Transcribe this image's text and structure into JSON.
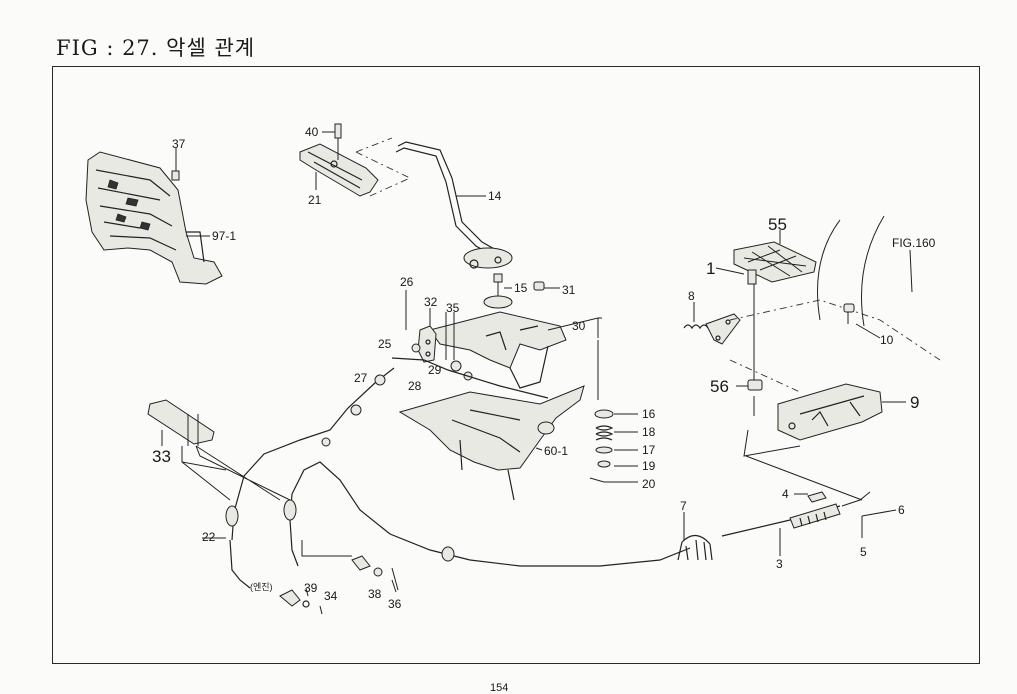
{
  "figure": {
    "title": "FIG : 27. 악셀 관계",
    "page_number": "154"
  },
  "labels": {
    "p37": "37",
    "p97_1": "97-1",
    "p40": "40",
    "p21": "21",
    "p14": "14",
    "p15": "15",
    "p31": "31",
    "p26": "26",
    "p32": "32",
    "p35": "35",
    "p30": "30",
    "p25": "25",
    "p29": "29",
    "p27": "27",
    "p28": "28",
    "p16": "16",
    "p18": "18",
    "p17": "17",
    "p19": "19",
    "p20": "20",
    "p60_1": "60-1",
    "p33": "33",
    "p22": "22",
    "engine_note": "(엔진)",
    "p39": "39",
    "p34": "34",
    "p38": "38",
    "p36": "36",
    "p7": "7",
    "p3": "3",
    "p4": "4",
    "p6": "6",
    "p5": "5",
    "p55": "55",
    "p1": "1",
    "fig_ref": "FIG.160",
    "p8": "8",
    "p10": "10",
    "p56": "56",
    "p9": "9"
  }
}
